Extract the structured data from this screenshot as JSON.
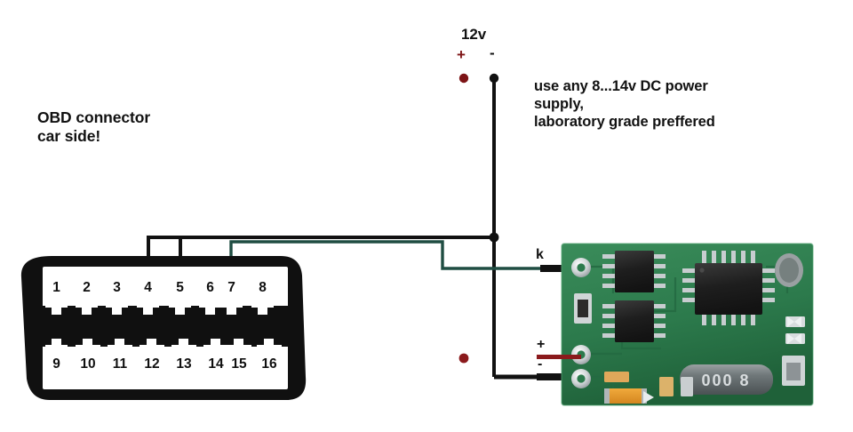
{
  "diagram": {
    "title_note": "OBD connector car side!",
    "labels": {
      "obd_connector": "OBD connector\ncar side!",
      "supply_voltage": "12v",
      "supply_plus": "+",
      "supply_minus": "-",
      "supply_note": "use any 8...14v DC power\nsupply,\nlaboratory grade preffered",
      "board_k": "k",
      "board_plus": "+",
      "board_minus": "-"
    },
    "colors": {
      "wire_red": "#8b1a1c",
      "wire_red_core": "#c02a2a",
      "wire_black": "#111111",
      "wire_teal": "#1f4d42",
      "connector_body": "#101010",
      "pin_fill": "#ffffff",
      "pcb_green": "#2f7d4f",
      "pcb_green_dark": "#1d5c37",
      "pad_silver": "#d8dcde",
      "chip_black": "#1a1a1a",
      "background": "#ffffff"
    },
    "obd_connector": {
      "name": "OBD-II 16-pin DLC",
      "pin_rows": [
        [
          "1",
          "2",
          "3",
          "4",
          "5",
          "6",
          "7",
          "8"
        ],
        [
          "9",
          "10",
          "11",
          "12",
          "13",
          "14",
          "15",
          "16"
        ]
      ]
    },
    "connections": [
      {
        "from": "obd-pin-4",
        "to": "supply-minus",
        "color": "black"
      },
      {
        "from": "obd-pin-5",
        "to": "supply-minus",
        "color": "black"
      },
      {
        "from": "obd-pin-7",
        "to": "board-k",
        "color": "teal"
      },
      {
        "from": "obd-pin-16",
        "to": "board-plus",
        "color": "red"
      },
      {
        "from": "supply-plus",
        "to": "board-plus",
        "color": "red"
      },
      {
        "from": "supply-minus",
        "to": "board-minus",
        "color": "black"
      }
    ],
    "board": {
      "name": "OBD interface PCB",
      "crystal_marking": "000 8",
      "terminals": [
        "k",
        "+",
        "-"
      ]
    }
  }
}
